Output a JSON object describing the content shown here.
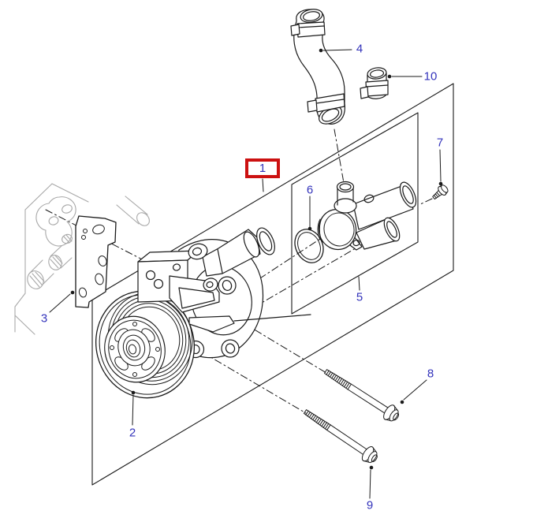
{
  "diagram": {
    "type": "exploded-parts-diagram",
    "colors": {
      "background": "#ffffff",
      "line": "#1a1a1a",
      "ghost": "#a8a8a8",
      "label": "#3333bb",
      "highlight": "#cc1111"
    },
    "callouts": [
      {
        "label": "1",
        "highlighted": true
      },
      {
        "label": "2",
        "highlighted": false
      },
      {
        "label": "3",
        "highlighted": false
      },
      {
        "label": "4",
        "highlighted": false
      },
      {
        "label": "5",
        "highlighted": false
      },
      {
        "label": "6",
        "highlighted": false
      },
      {
        "label": "7",
        "highlighted": false
      },
      {
        "label": "8",
        "highlighted": false
      },
      {
        "label": "9",
        "highlighted": false
      },
      {
        "label": "10",
        "highlighted": false
      }
    ]
  }
}
